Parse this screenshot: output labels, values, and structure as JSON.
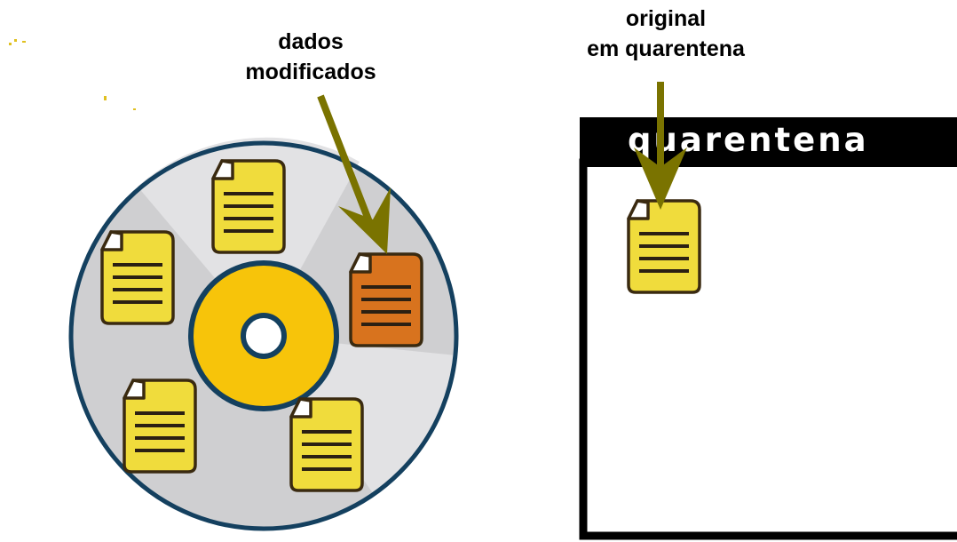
{
  "labels": {
    "modified_line1": "dados",
    "modified_line2": "modificados",
    "original_line1": "original",
    "original_line2": "em quarentena"
  },
  "quarantine": {
    "title": "quarentena"
  },
  "colors": {
    "disc_outer": "#cfcfd1",
    "disc_rim": "#14405f",
    "disc_center": "#f7c40a",
    "file_yellow": "#f0dc3c",
    "file_modified": "#d8731e",
    "arrow": "#7a7300",
    "quarantine_frame": "#000000"
  },
  "icons": {
    "disc": "cd-disc-icon",
    "file": "document-icon",
    "arrow": "arrow-down-icon"
  }
}
